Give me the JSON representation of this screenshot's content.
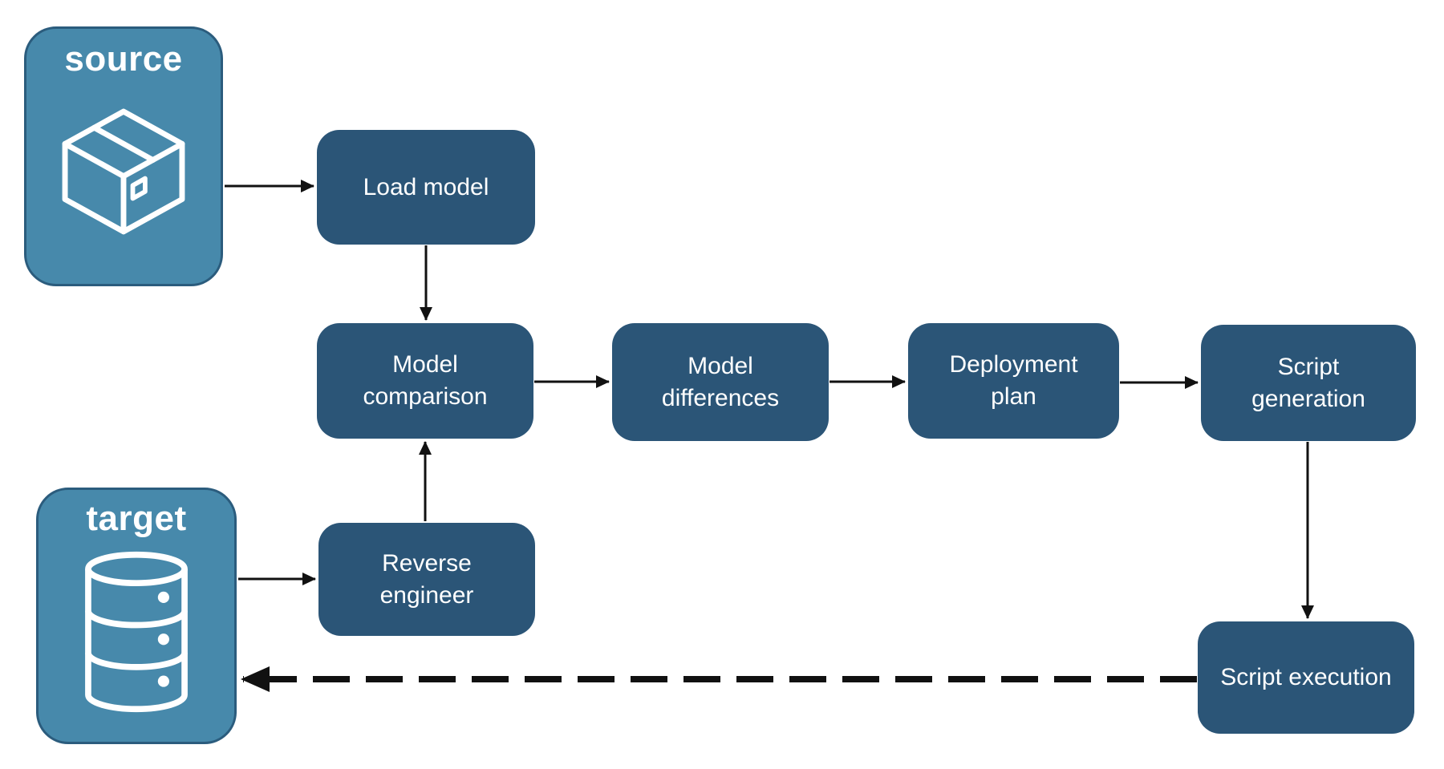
{
  "diagram": {
    "colors": {
      "canvas_bg": "#ffffff",
      "step_fill": "#2b5577",
      "endpoint_fill": "#4789ab",
      "endpoint_border": "#2b5c7d",
      "arrow": "#111111",
      "text": "#ffffff"
    },
    "endpoints": {
      "source": {
        "label": "source",
        "icon": "package-icon"
      },
      "target": {
        "label": "target",
        "icon": "database-icon"
      }
    },
    "steps": {
      "load_model": {
        "label": "Load model"
      },
      "model_comparison": {
        "label": "Model comparison"
      },
      "model_differences": {
        "label": "Model differences"
      },
      "deployment_plan": {
        "label": "Deployment plan"
      },
      "script_generation": {
        "label": "Script generation"
      },
      "reverse_engineer": {
        "label": "Reverse engineer"
      },
      "script_execution": {
        "label": "Script execution"
      }
    },
    "connections": [
      {
        "from": "source",
        "to": "load_model",
        "style": "solid"
      },
      {
        "from": "load_model",
        "to": "model_comparison",
        "style": "solid"
      },
      {
        "from": "target",
        "to": "reverse_engineer",
        "style": "solid"
      },
      {
        "from": "reverse_engineer",
        "to": "model_comparison",
        "style": "solid"
      },
      {
        "from": "model_comparison",
        "to": "model_differences",
        "style": "solid"
      },
      {
        "from": "model_differences",
        "to": "deployment_plan",
        "style": "solid"
      },
      {
        "from": "deployment_plan",
        "to": "script_generation",
        "style": "solid"
      },
      {
        "from": "script_generation",
        "to": "script_execution",
        "style": "solid"
      },
      {
        "from": "script_execution",
        "to": "target",
        "style": "dashed"
      }
    ]
  }
}
